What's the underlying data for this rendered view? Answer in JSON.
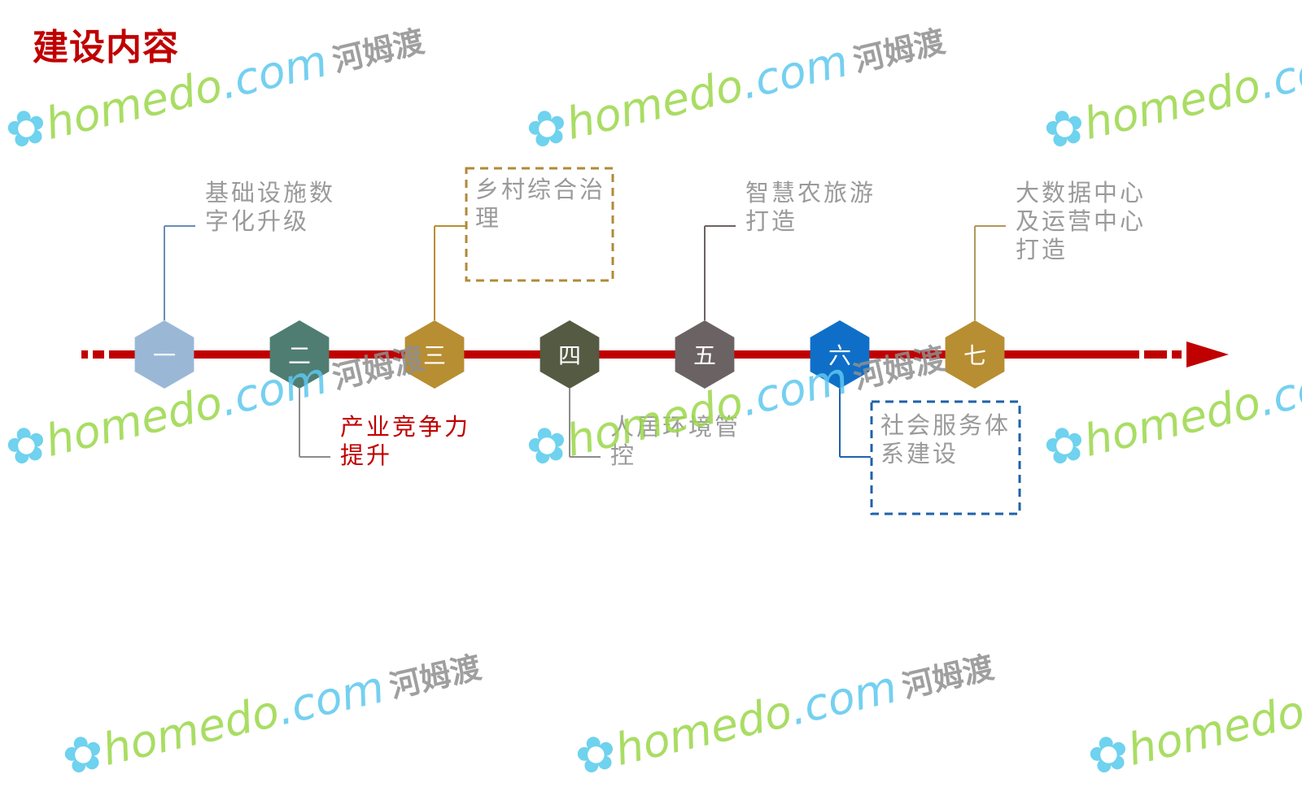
{
  "title": "建设内容",
  "colors": {
    "arrow": "#c00000",
    "title": "#c00000"
  },
  "steps": [
    {
      "num": "一",
      "color": "#9ab8d6",
      "label": "基础设施数\n字化升级",
      "position": "top",
      "connector": "#6a8db4"
    },
    {
      "num": "二",
      "color": "#4f7d72",
      "label": "产业竞争力\n提升",
      "position": "bottom",
      "connector": "#8c8c8c",
      "highlight": true
    },
    {
      "num": "三",
      "color": "#b88e32",
      "label": "乡村综合治\n理",
      "position": "top",
      "connector": "#b88e32",
      "box": "#b08a3a"
    },
    {
      "num": "四",
      "color": "#555a43",
      "label": "人居环境管\n控",
      "position": "bottom",
      "connector": "#8c8c8c"
    },
    {
      "num": "五",
      "color": "#6b6363",
      "label": "智慧农旅游\n打造",
      "position": "top",
      "connector": "#6b6363"
    },
    {
      "num": "六",
      "color": "#0f6fc8",
      "label": "社会服务体\n系建设",
      "position": "bottom",
      "connector": "#1f62a8",
      "box": "#1f62a8"
    },
    {
      "num": "七",
      "color": "#b88e32",
      "label": "大数据中心\n及运营中心\n打造",
      "position": "top",
      "connector": "#b0985a"
    }
  ],
  "watermark": {
    "domain": "homedo",
    "tld": ".com",
    "cn": "河姆渡"
  }
}
